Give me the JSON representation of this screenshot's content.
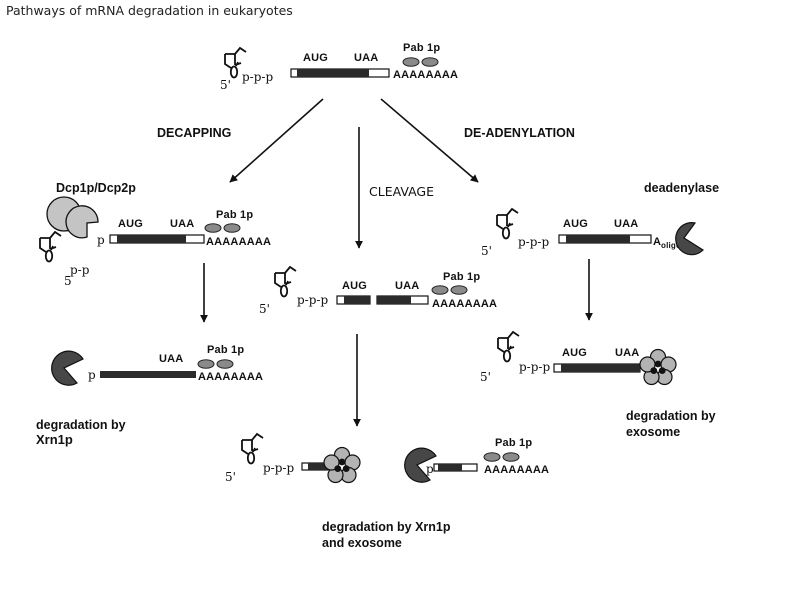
{
  "title": "Pathways of mRNA degradation in eukaryotes",
  "labels": {
    "aug": "AUG",
    "uaa": "UAA",
    "pab": "Pab 1p",
    "polya": "AAAAAAAA",
    "five_prime": "5'",
    "p": "p",
    "ppp": "p-p-p",
    "pp": "p-p",
    "five": "5",
    "a_oligo_a": "A",
    "a_oligo_sub": "oligo"
  },
  "pathways": {
    "decapping": "DECAPPING",
    "cleavage": "CLEAVAGE",
    "deadenylation": "DE-ADENYLATION"
  },
  "enzymes": {
    "dcp": "Dcp1p/Dcp2p",
    "deadenylase": "deadenylase"
  },
  "captions": {
    "xrn1_line1": "degradation by",
    "xrn1_line2": "Xrn1p",
    "exosome_line1": "degradation by",
    "exosome_line2": "exosome",
    "both_line1": "degradation by Xrn1p",
    "both_line2": "and exosome"
  },
  "colors": {
    "coding": "#2b2b2b",
    "utr": "#ffffff",
    "pab": "#8a8a8a",
    "enzyme_dark": "#474747",
    "enzyme_light": "#c4c4c4",
    "exosome_subunit": "#b3b3b3"
  }
}
